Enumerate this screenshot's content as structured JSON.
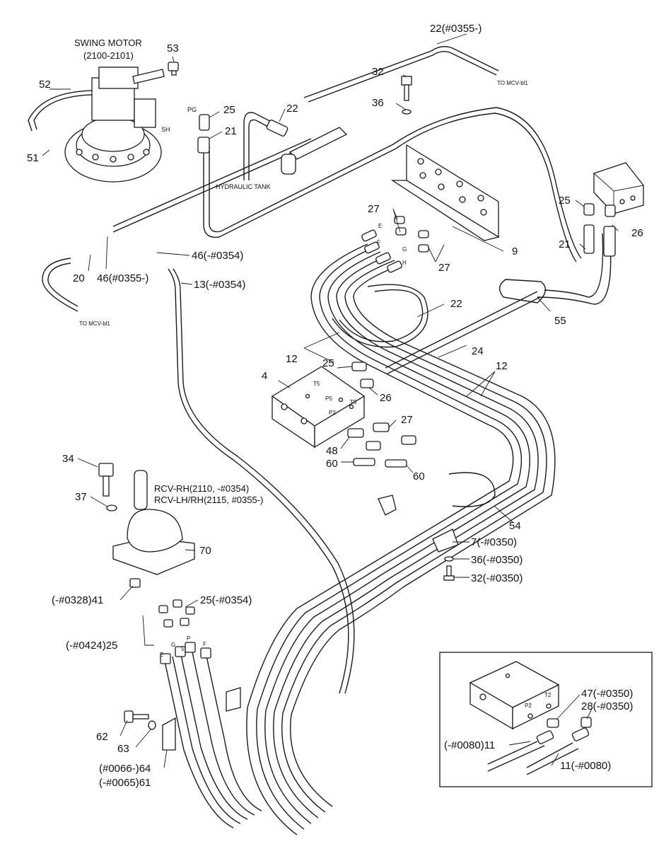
{
  "labels": {
    "swing_motor": "SWING MOTOR",
    "swing_motor_range": "(2100-2101)",
    "hydraulic_tank": "HYDRAULIC TANK",
    "to_mcv_top": "TO MCV-bl1",
    "to_mcv_left": "TO MCV-bl1",
    "rcv_rh": "RCV-RH(2110, -#0354)",
    "rcv_lh_rh": "RCV-LH/RH(2115, #0355-)",
    "port_pg": "PG",
    "port_sh": "SH"
  },
  "part_numbers": {
    "p22_top": "22(#0355-)",
    "p53": "53",
    "p52": "52",
    "p51": "51",
    "p32_top": "32",
    "p36_top": "36",
    "p25_a": "25",
    "p22_a": "22",
    "p21_a": "21",
    "p25_b": "25",
    "p26_a": "26",
    "p27_a": "27",
    "p21_b": "21",
    "p9": "9",
    "p27_b": "27",
    "p46_a": "46(-#0354)",
    "p20": "20",
    "p46_b": "46(#0355-)",
    "p13": "13(-#0354)",
    "p22_b": "22",
    "p55": "55",
    "p12_a": "12",
    "p24": "24",
    "p12_b": "12",
    "p4": "4",
    "p25_c": "25",
    "p26_b": "26",
    "p27_c": "27",
    "p48": "48",
    "p60_a": "60",
    "p60_b": "60",
    "p34": "34",
    "p37": "37",
    "p70": "70",
    "p41": "(-#0328)41",
    "p54": "54",
    "p7": "7(-#0350)",
    "p36_b": "36(-#0350)",
    "p32_b": "32(-#0350)",
    "p25_d": "25(-#0354)",
    "p25_e": "(-#0424)25",
    "p62": "62",
    "p63": "63",
    "p64": "(#0066-)64",
    "p61": "(-#0065)61"
  },
  "block_ports": {
    "t5": "T5",
    "p5": "P5",
    "t5b": "T5",
    "p2": "P2",
    "hose_e": "E",
    "hose_f": "F",
    "hose_g": "G",
    "hose_h": "H",
    "rcv_e": "E",
    "rcv_g": "G",
    "rcv_5": "5",
    "rcv_p": "P",
    "rcv_f": "F"
  },
  "inset": {
    "p47": "47(-#0350)",
    "p28": "28(-#0350)",
    "p11_left": "(-#0080)11",
    "p11_right": "11(-#0080)",
    "port_p2": "P2",
    "port_t2": "T2"
  }
}
